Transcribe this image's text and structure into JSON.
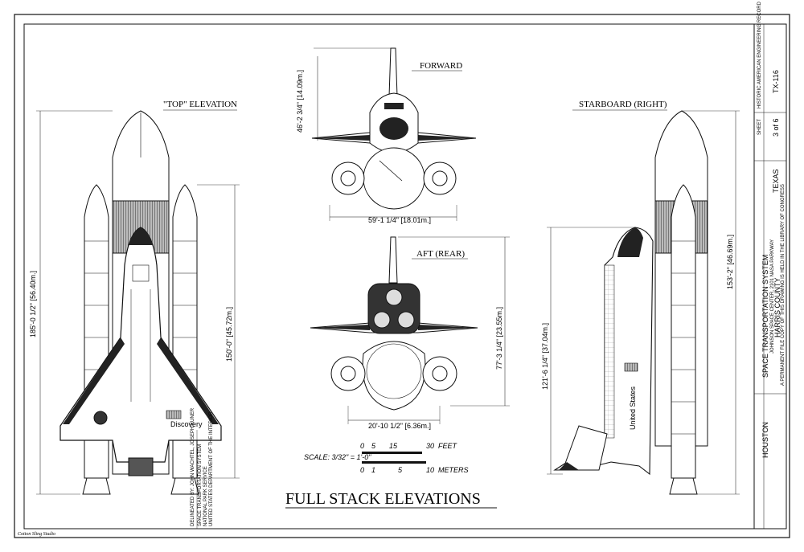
{
  "sheet": {
    "main_title": "FULL STACK ELEVATIONS",
    "signature": "Cotton Sling Studio"
  },
  "views": {
    "top": {
      "label": "\"TOP\" ELEVATION",
      "length_dim": "185'-0 1/2\" [56.40m.]",
      "tank_dim": "150'-0\" [45.72m.]",
      "logo_text": "Discovery"
    },
    "forward": {
      "label": "FORWARD",
      "height_dim": "46'-2 3/4\" [14.09m.]",
      "span_dim": "59'-1 1/4\" [18.01m.]"
    },
    "aft": {
      "label": "AFT (REAR)",
      "height_dim": "77'-3 1/4\" [23.55m.]",
      "width_dim": "20'-10 1/2\" [6.36m.]"
    },
    "starboard": {
      "label": "STARBOARD (RIGHT)",
      "total_dim": "153'-2\" [46.69m.]",
      "orbiter_dim": "121'-6 1/4\" [37.04m.]",
      "side_text": "United States"
    }
  },
  "scale": {
    "label": "SCALE: 3/32\" = 1'-0\"",
    "feet": {
      "ticks": [
        "0",
        "5",
        "15",
        "30"
      ],
      "unit": "FEET"
    },
    "meters": {
      "ticks": [
        "0",
        "1",
        "5",
        "10"
      ],
      "unit": "METERS"
    }
  },
  "title_block": {
    "sheet_label": "SHEET",
    "sheet_number": "3 of 6",
    "survey_label": "HISTORIC AMERICAN ENGINEERING RECORD",
    "survey_number": "TX-116",
    "state": "TEXAS",
    "project": "SPACE TRANSPORTATION SYSTEM",
    "location": "JOHNSON SPACE CENTER, 2101 NASA PARKWAY",
    "county": "HARRIS COUNTY",
    "city": "HOUSTON",
    "delineator": "DELINEATED BY: JOHN WACHTEL, JOSEPH KUNER",
    "agency1": "SPACE TRANSPORTATION SYSTEM",
    "agency2": "NATIONAL PARK SERVICE",
    "agency3": "UNITED STATES DEPARTMENT OF THE INTERIOR",
    "notice": "A PERMANENT FILE COPY OF THIS DRAWING IS HELD IN THE LIBRARY OF CONGRESS"
  },
  "colors": {
    "ink": "#111111",
    "tile_dark": "#4a4a4a",
    "background": "#ffffff"
  }
}
